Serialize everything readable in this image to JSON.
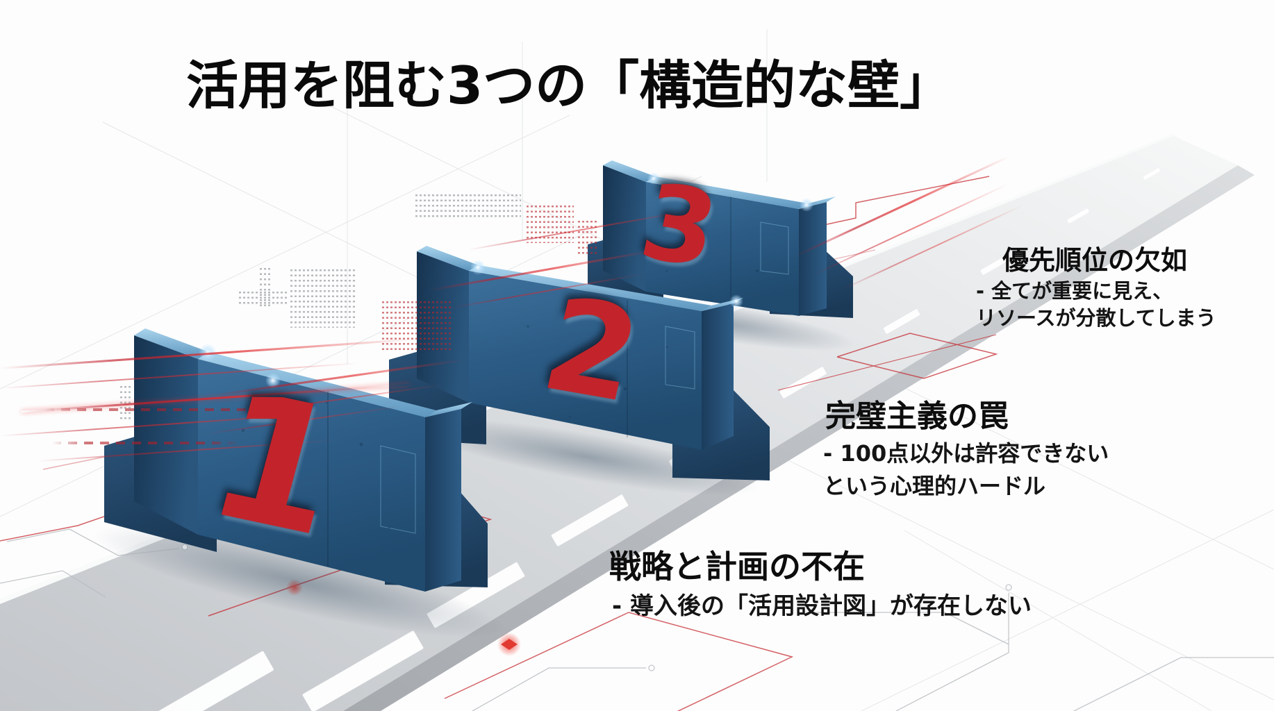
{
  "title": "活用を阻む3つの「構造的な壁」",
  "walls": [
    {
      "number": "1",
      "heading": "戦略と計画の不在",
      "lines": [
        "- 導入後の「活用設計図」が存在しない"
      ]
    },
    {
      "number": "2",
      "heading": "完璧主義の罠",
      "lines": [
        "- 100点以外は許容できない",
        "という心理的ハードル"
      ]
    },
    {
      "number": "3",
      "heading": "優先順位の欠如",
      "lines": [
        "- 全てが重要に見え、",
        "リソースが分散してしまう"
      ]
    }
  ],
  "illustration": {
    "scene": "A gray highway running diagonally toward the upper right is blocked by three blue concrete barrier walls numbered 1, 2 and 3, surrounded by red laser lines and circuit-board traces on a white ground"
  },
  "colors": {
    "background": "#fdfdfd",
    "wall_blue": "#2b5b85",
    "number_red": "#c3242b",
    "laser_red": "#c0232a",
    "road_gray": "#ced1d5",
    "circuit_red": "#c3242b",
    "circuit_gray": "#b9bdc1",
    "text": "#101010"
  }
}
